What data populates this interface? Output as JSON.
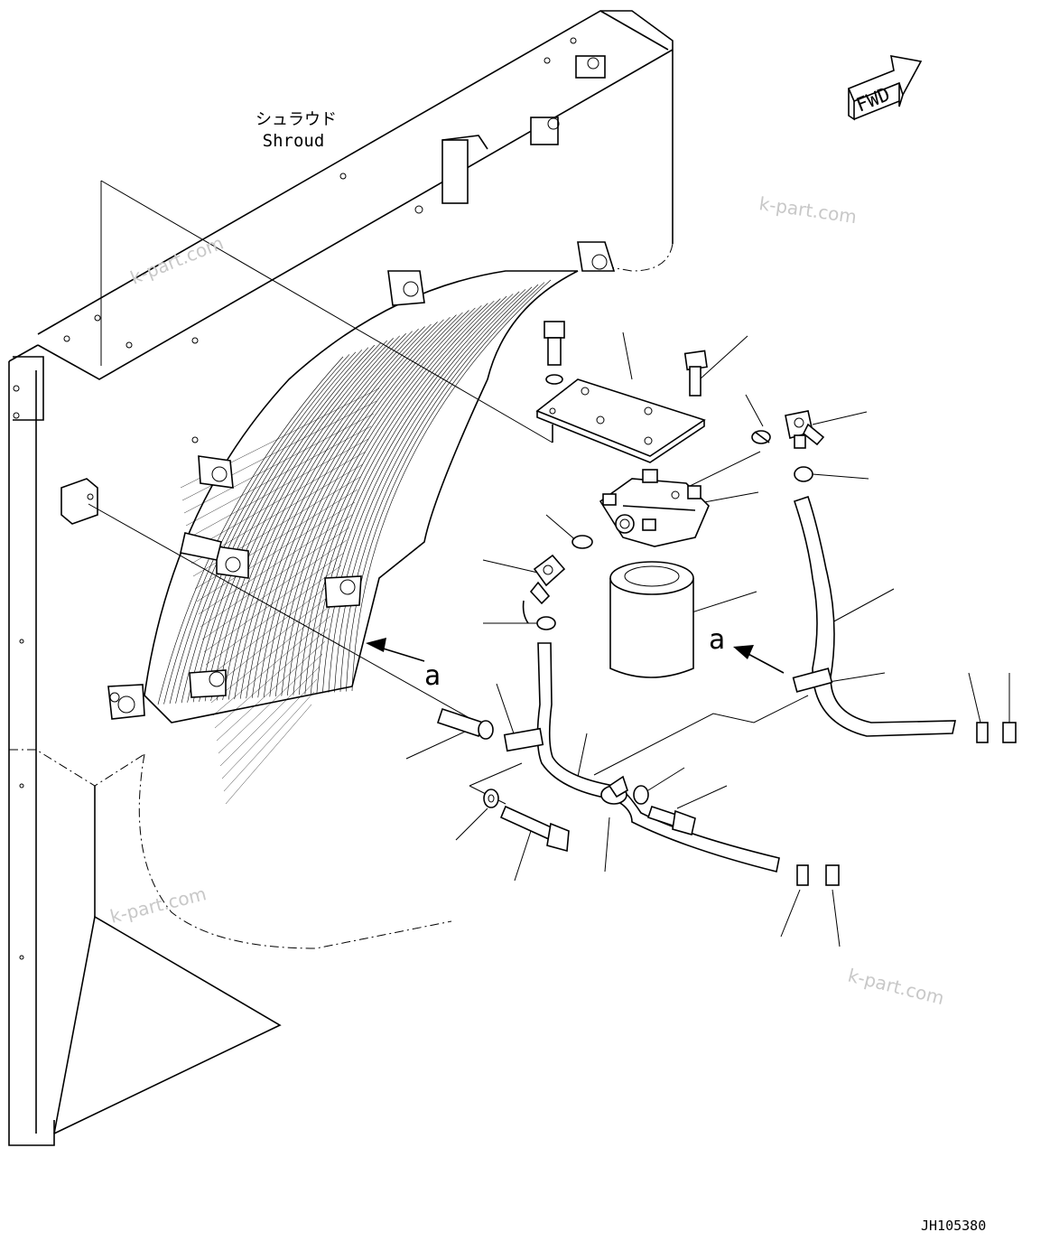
{
  "labels": {
    "shroud_jp": "シュラウド",
    "shroud_en": "Shroud",
    "fwd": "FWD",
    "view_a_1": "a",
    "view_a_2": "a",
    "drawing_no": "JH105380"
  },
  "watermarks": [
    "k-part.com",
    "k-part.com",
    "k-part.com",
    "k-part.com"
  ],
  "icons": [
    "fwd-arrow-icon"
  ]
}
